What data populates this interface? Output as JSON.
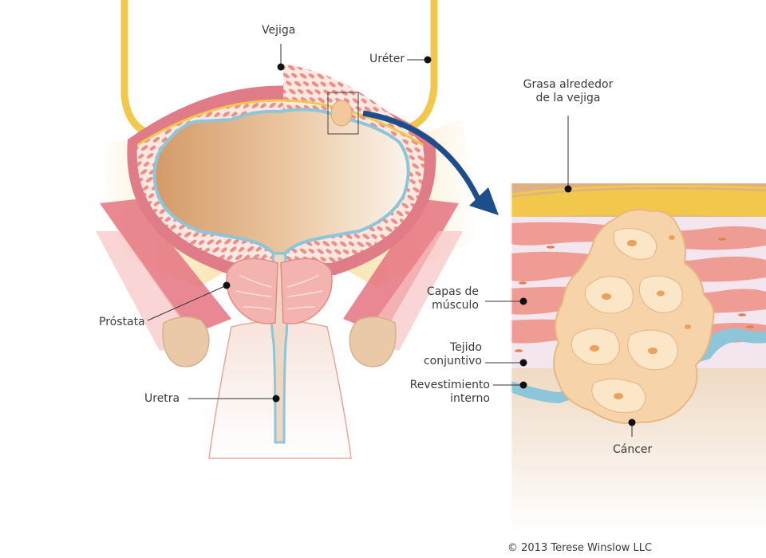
{
  "labels": {
    "bladder": "Vejiga",
    "ureter": "Uréter",
    "fat": [
      "Grasa alrededor",
      "de la vejiga"
    ],
    "muscle": [
      "Capas de",
      "músculo"
    ],
    "connective": [
      "Tejido",
      "conjuntivo"
    ],
    "lining": [
      "Revestimiento",
      "interno"
    ],
    "prostate": "Próstata",
    "urethra": "Uretra",
    "cancer": "Cáncer"
  },
  "credit": "© 2013 Terese Winslow LLC",
  "colors": {
    "bladder_wall": "#e07c88",
    "fat_yellow": "#f2cf4a",
    "muscle_pink": "#ee9c94",
    "lining_blue": "#8cc6d8",
    "lumen_tan": "#d9a070",
    "tumor": "#f6d3a8",
    "arrow_blue": "#1d4e8c",
    "pointer_line": "#333333"
  }
}
